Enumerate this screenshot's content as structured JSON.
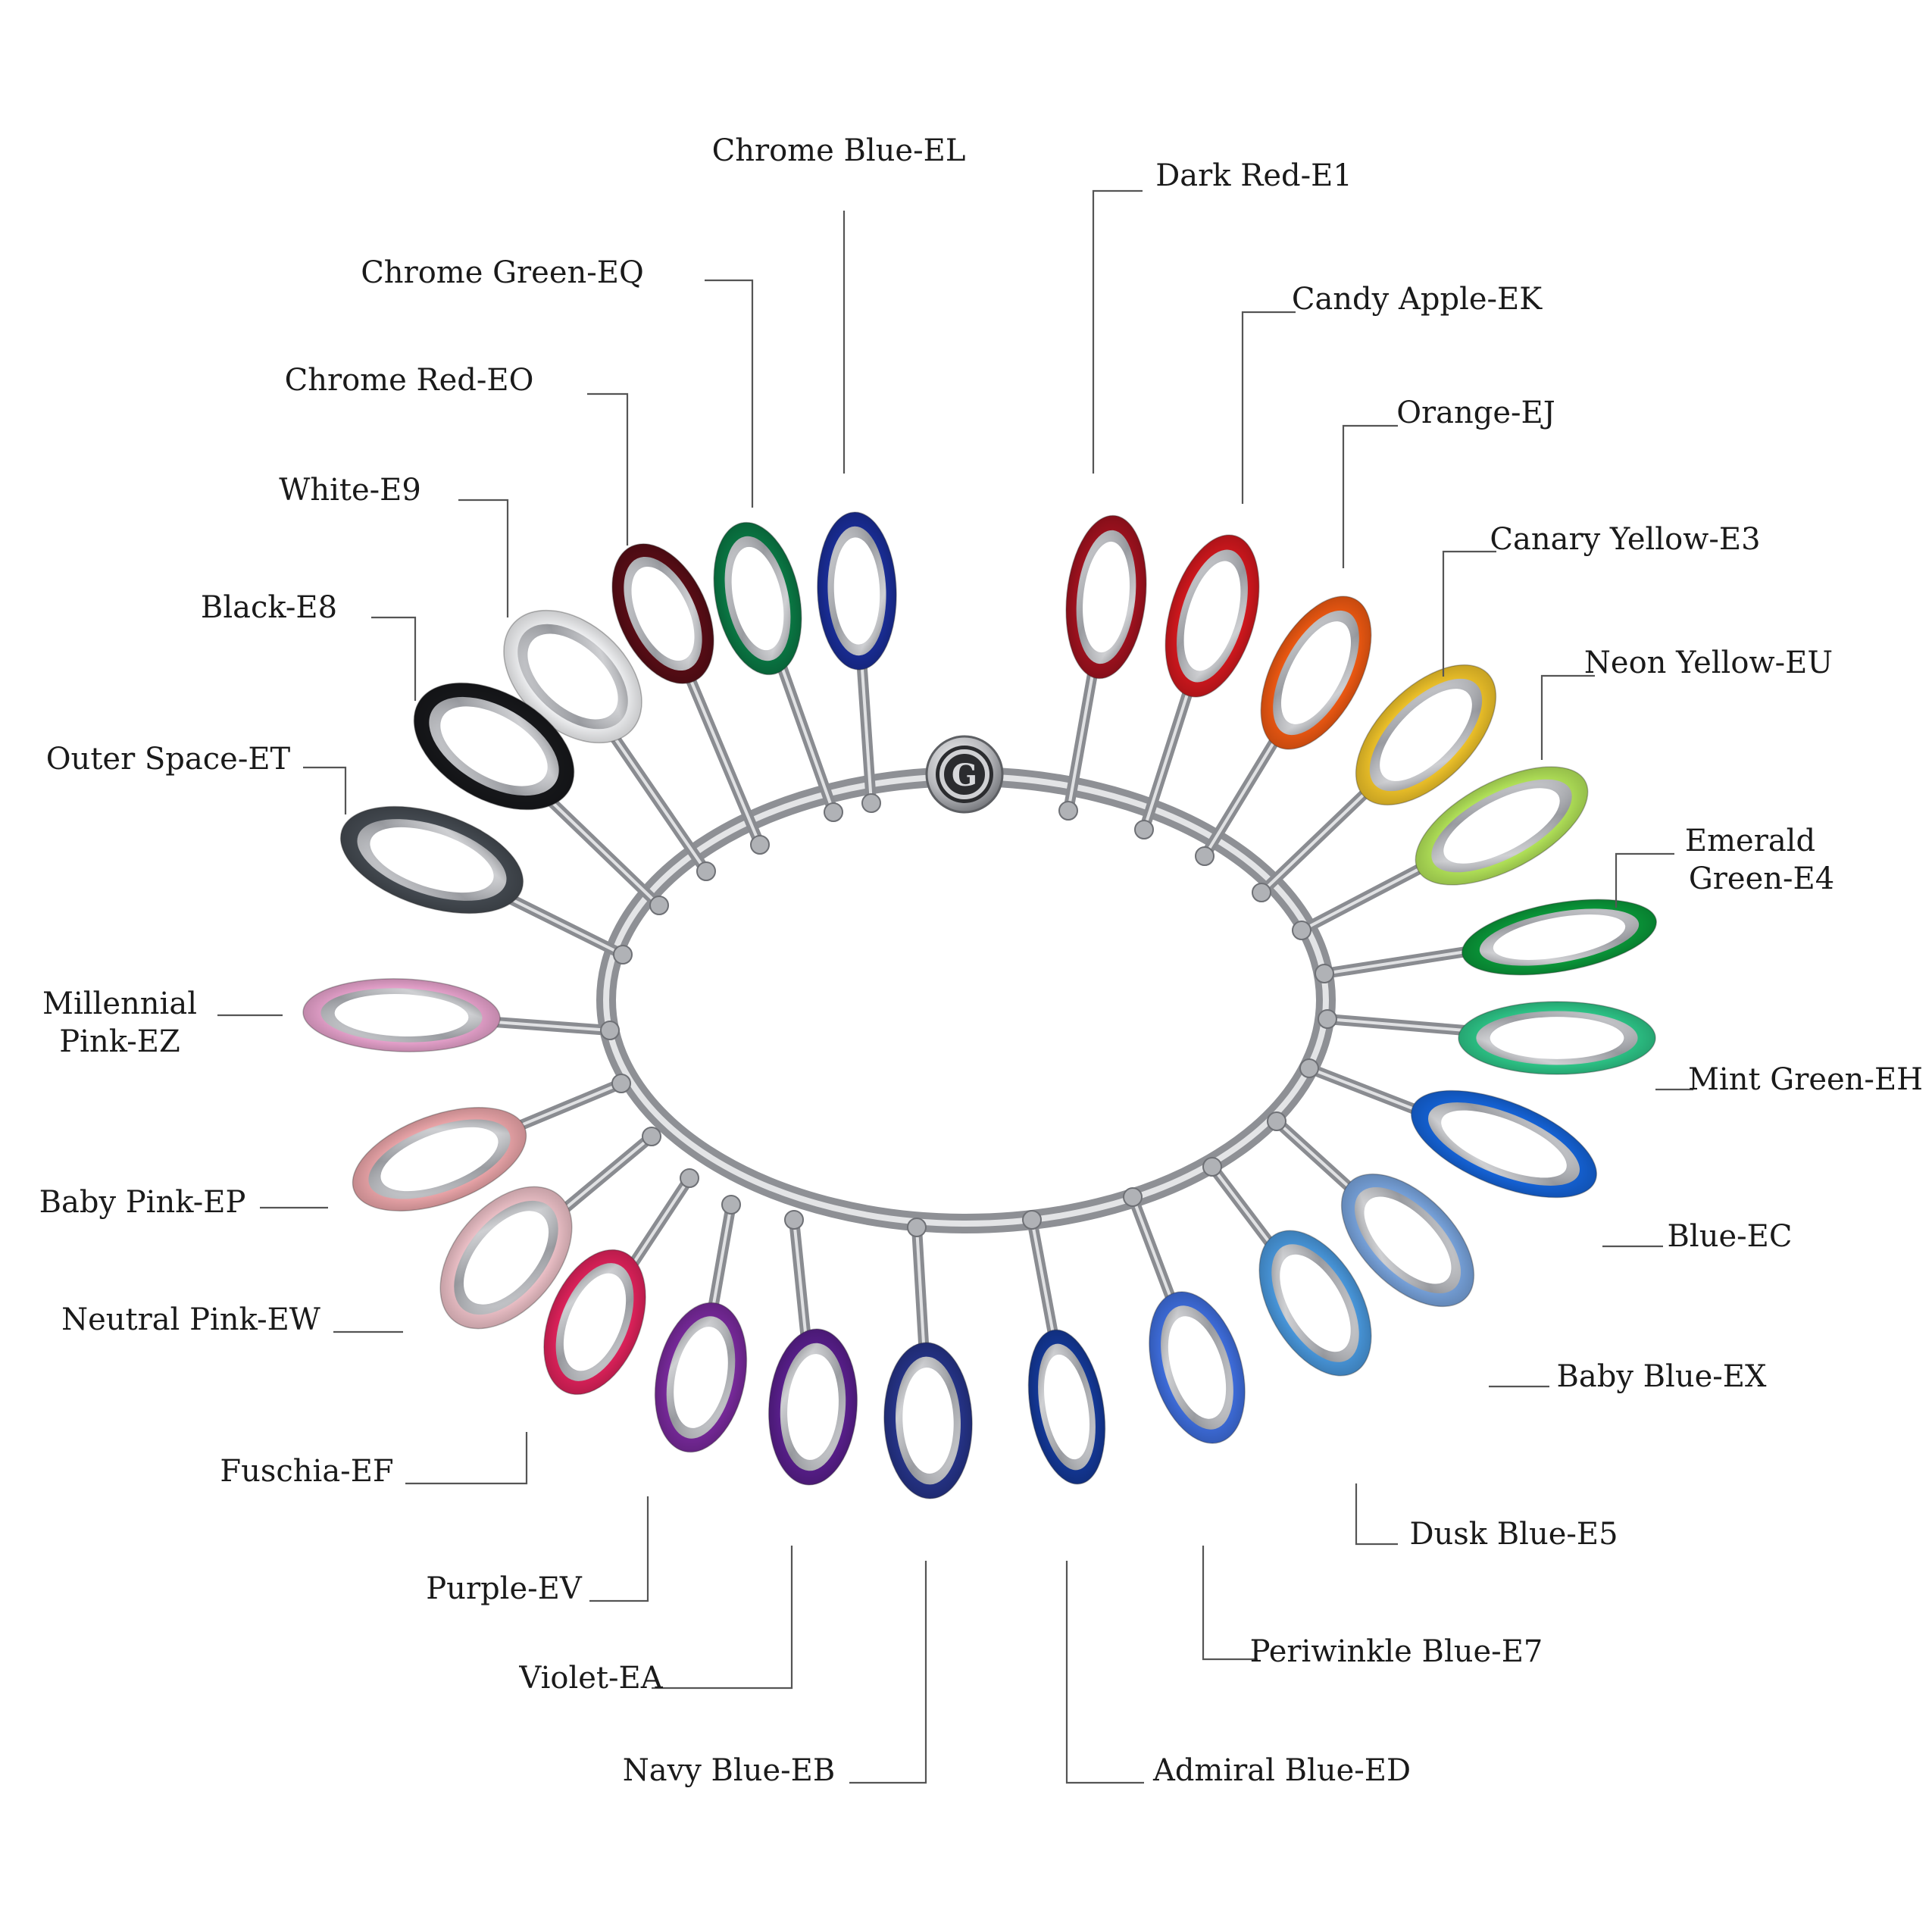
{
  "hub": {
    "monogram": "G"
  },
  "swatches": [
    {
      "id": "chrome-blue",
      "color": "#1a2e9a",
      "lines": [
        "Chrome Blue-EL"
      ]
    },
    {
      "id": "chrome-green",
      "color": "#0a7a45",
      "lines": [
        "Chrome Green-EQ"
      ]
    },
    {
      "id": "chrome-red",
      "color": "#5a0d16",
      "lines": [
        "Chrome Red-EO"
      ]
    },
    {
      "id": "white",
      "color": "#f4f5f7",
      "lines": [
        "White-E9"
      ]
    },
    {
      "id": "black",
      "color": "#17181b",
      "lines": [
        "Black-E8"
      ]
    },
    {
      "id": "outer-space",
      "color": "#454b52",
      "lines": [
        "Outer Space-ET"
      ]
    },
    {
      "id": "millennial-pink",
      "color": "#eba5d0",
      "lines": [
        "Millennial",
        "Pink-EZ"
      ]
    },
    {
      "id": "baby-pink",
      "color": "#efa8ac",
      "lines": [
        "Baby Pink-EP"
      ]
    },
    {
      "id": "neutral-pink",
      "color": "#f1c4cb",
      "lines": [
        "Neutral Pink-EW"
      ]
    },
    {
      "id": "fuschia",
      "color": "#e2225c",
      "lines": [
        "Fuschia-EF"
      ]
    },
    {
      "id": "purple",
      "color": "#7a2a9e",
      "lines": [
        "Purple-EV"
      ]
    },
    {
      "id": "violet",
      "color": "#5a1f8e",
      "lines": [
        "Violet-EA"
      ]
    },
    {
      "id": "navy-blue",
      "color": "#26348a",
      "lines": [
        "Navy Blue-EB"
      ]
    },
    {
      "id": "admiral-blue",
      "color": "#14399a",
      "lines": [
        "Admiral Blue-ED"
      ]
    },
    {
      "id": "periwinkle-blue",
      "color": "#3f6fe0",
      "lines": [
        "Periwinkle Blue-E7"
      ]
    },
    {
      "id": "dusk-blue",
      "color": "#4a9ae0",
      "lines": [
        "Dusk Blue-E5"
      ]
    },
    {
      "id": "baby-blue",
      "color": "#7aa6e0",
      "lines": [
        "Baby Blue-EX"
      ]
    },
    {
      "id": "blue",
      "color": "#1565dc",
      "lines": [
        "Blue-EC"
      ]
    },
    {
      "id": "mint-green",
      "color": "#2ec98a",
      "lines": [
        "Mint Green-EH"
      ]
    },
    {
      "id": "emerald-green",
      "color": "#0a9a3a",
      "lines": [
        "Emerald",
        "Green-E4"
      ]
    },
    {
      "id": "neon-yellow",
      "color": "#b6e85a",
      "lines": [
        "Neon Yellow-EU"
      ]
    },
    {
      "id": "canary-yellow",
      "color": "#f3c62a",
      "lines": [
        "Canary Yellow-E3"
      ]
    },
    {
      "id": "orange",
      "color": "#f25a12",
      "lines": [
        "Orange-EJ"
      ]
    },
    {
      "id": "candy-apple",
      "color": "#d5181e",
      "lines": [
        "Candy Apple-EK"
      ]
    },
    {
      "id": "dark-red",
      "color": "#a3121f",
      "lines": [
        "Dark Red-E1"
      ]
    }
  ]
}
